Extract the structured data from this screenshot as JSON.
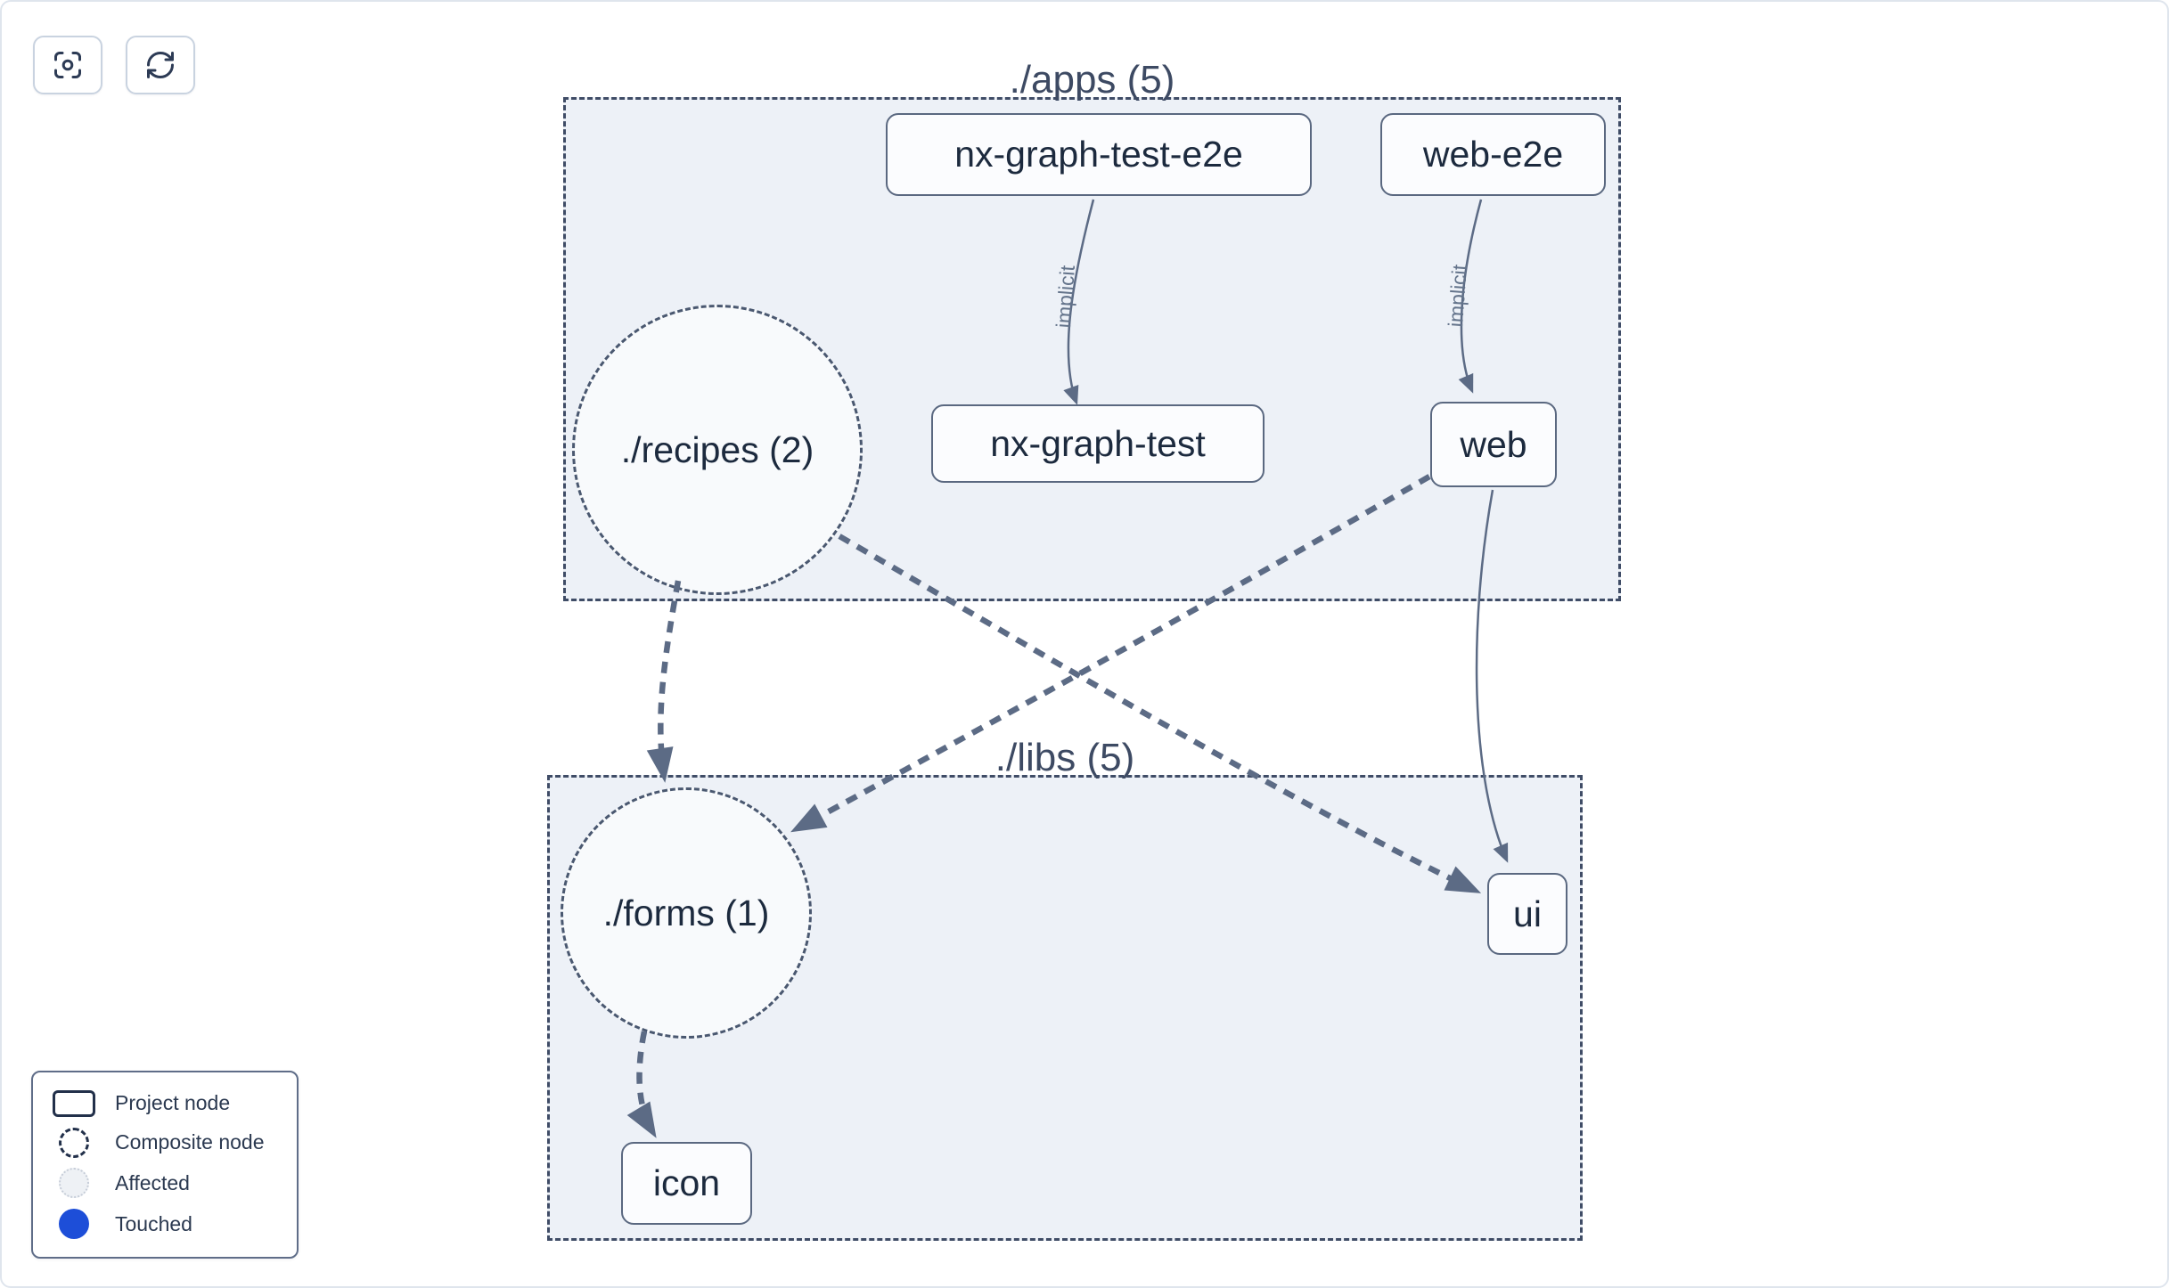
{
  "toolbar": {
    "buttons": [
      {
        "name": "focus",
        "icon": "scan-focus-icon"
      },
      {
        "name": "refresh",
        "icon": "refresh-icon"
      }
    ]
  },
  "graph": {
    "clusters": [
      {
        "id": "apps",
        "label": "./apps (5)"
      },
      {
        "id": "libs",
        "label": "./libs (5)"
      }
    ],
    "composite_nodes": [
      {
        "id": "recipes",
        "label": "./recipes (2)",
        "cluster": "apps"
      },
      {
        "id": "forms",
        "label": "./forms (1)",
        "cluster": "libs"
      }
    ],
    "project_nodes": [
      {
        "id": "nx-graph-test-e2e",
        "label": "nx-graph-test-e2e",
        "cluster": "apps"
      },
      {
        "id": "web-e2e",
        "label": "web-e2e",
        "cluster": "apps"
      },
      {
        "id": "nx-graph-test",
        "label": "nx-graph-test",
        "cluster": "apps"
      },
      {
        "id": "web",
        "label": "web",
        "cluster": "apps"
      },
      {
        "id": "ui",
        "label": "ui",
        "cluster": "libs"
      },
      {
        "id": "icon",
        "label": "icon",
        "cluster": "libs"
      }
    ],
    "edges": [
      {
        "from": "nx-graph-test-e2e",
        "to": "nx-graph-test",
        "label": "implicit",
        "style": "solid-thin"
      },
      {
        "from": "web-e2e",
        "to": "web",
        "label": "implicit",
        "style": "solid-thin"
      },
      {
        "from": "./recipes (2)",
        "to": "./forms (1)",
        "label": "",
        "style": "dashed-thick"
      },
      {
        "from": "./recipes (2)",
        "to": "ui",
        "label": "",
        "style": "dashed-thick"
      },
      {
        "from": "web",
        "to": "./forms (1)",
        "label": "",
        "style": "dashed-thick"
      },
      {
        "from": "./forms (1)",
        "to": "icon",
        "label": "",
        "style": "dashed-thick"
      },
      {
        "from": "web",
        "to": "ui",
        "label": "",
        "style": "solid-thin"
      }
    ]
  },
  "legend": {
    "items": [
      {
        "label": "Project node",
        "swatch": "project-rect-outline"
      },
      {
        "label": "Composite node",
        "swatch": "dashed-circle-outline"
      },
      {
        "label": "Affected",
        "swatch": "light-dotted-circle"
      },
      {
        "label": "Touched",
        "swatch": "blue-filled-circle"
      }
    ]
  },
  "colors": {
    "touched_blue": "#1d4ed8",
    "edge": "#5c6b85",
    "cluster_fill": "#edf1f7",
    "cluster_border": "#3f4c66",
    "node_text": "#1c2a3e"
  }
}
